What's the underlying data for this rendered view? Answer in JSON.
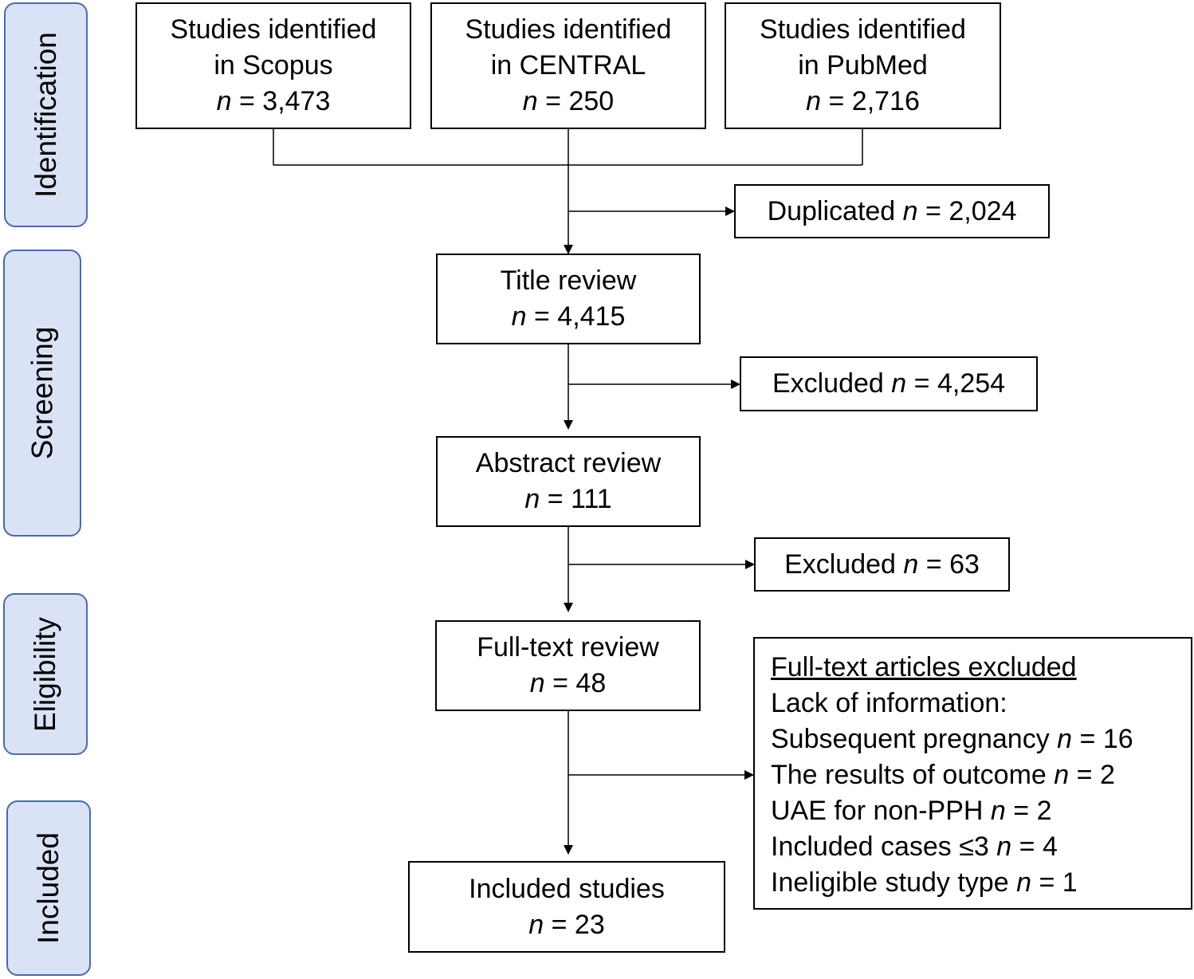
{
  "phases": {
    "identification": "Identification",
    "screening": "Screening",
    "eligibility": "Eligibility",
    "included": "Included"
  },
  "n_symbol": "n",
  "sources": [
    {
      "line1": "Studies identified",
      "line2": "in Scopus",
      "count": "= 3,473"
    },
    {
      "line1": "Studies identified",
      "line2": "in CENTRAL",
      "count": "= 250"
    },
    {
      "line1": "Studies identified",
      "line2": "in PubMed",
      "count": "= 2,716"
    }
  ],
  "duplicated": {
    "label": "Duplicated",
    "count": "= 2,024"
  },
  "title_review": {
    "label": "Title review",
    "count": "= 4,415"
  },
  "excluded_title": {
    "label": "Excluded",
    "count": "= 4,254"
  },
  "abstract_review": {
    "label": "Abstract review",
    "count": "= 111"
  },
  "excluded_abstract": {
    "label": "Excluded",
    "count": "= 63"
  },
  "fulltext_review": {
    "label": "Full-text review",
    "count": "= 48"
  },
  "fulltext_excluded": {
    "heading": "Full-text articles excluded",
    "subheading": "Lack of information:",
    "reasons": [
      {
        "label": "Subsequent pregnancy",
        "count": "= 16"
      },
      {
        "label": "The results of outcome",
        "count": "= 2"
      },
      {
        "label": "UAE for non-PPH",
        "count": "= 2"
      },
      {
        "label": "Included cases ≤3",
        "count": "= 4"
      },
      {
        "label": "Ineligible study type",
        "count": "= 1"
      }
    ]
  },
  "included_studies": {
    "label": "Included studies",
    "count": "= 23"
  }
}
